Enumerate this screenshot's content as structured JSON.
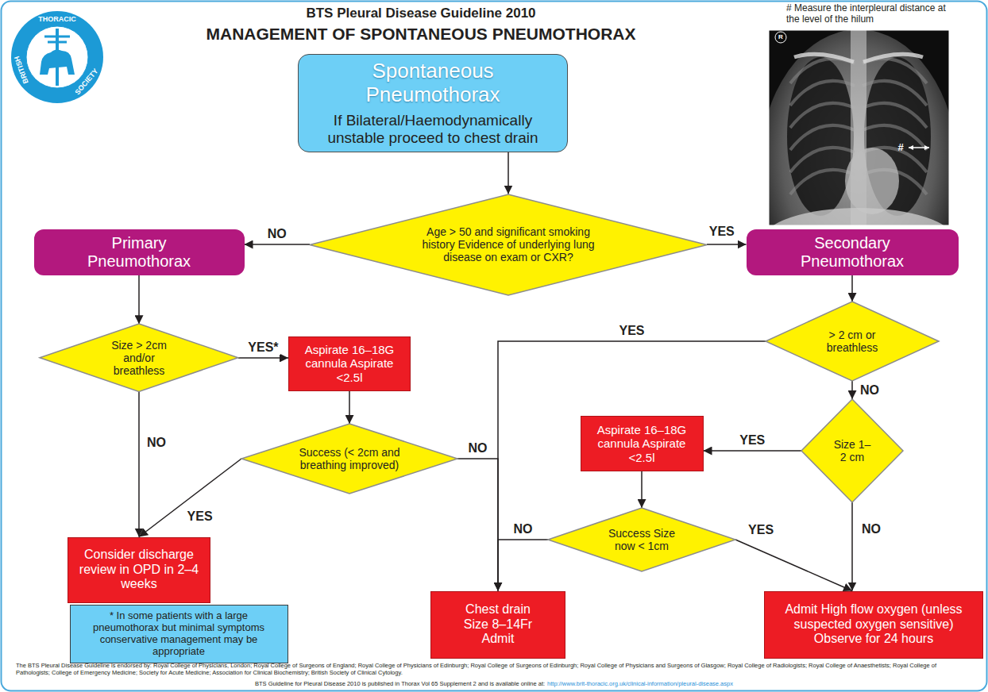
{
  "diagram": {
    "title": "MANAGEMENT OF SPONTANEOUS PNEUMOTHORAX",
    "nodes": [
      {
        "text": [
          "Spontaneous Pneumothorax",
          "If Bilateral/Haemodynamically unstable proceed to chest drain"
        ]
      },
      {
        "text": [
          "Age > 50 and significant smoking history Evidence of underlying lung disease on exam or CXR?"
        ]
      },
      {
        "text": [
          "Primary Pneumothorax"
        ]
      },
      {
        "text": [
          "Secondary Pneumothorax"
        ]
      },
      {
        "text": [
          "Size > 2cm and/or breathless"
        ]
      },
      {
        "text": [
          "Aspirate 16–18G cannula Aspirate <2.5l"
        ]
      },
      {
        "text": [
          "> 2 cm or breathless"
        ]
      },
      {
        "text": [
          "Success (< 2cm and breathing improved)"
        ]
      },
      {
        "text": [
          "Size 1–2 cm"
        ]
      },
      {
        "text": [
          "Aspirate 16–18G cannula Aspirate <2.5l"
        ]
      },
      {
        "text": [
          "Success Size now < 1cm"
        ]
      },
      {
        "text": [
          "Consider discharge review in OPD in 2–4 weeks"
        ]
      },
      {
        "text": [
          "Chest drain Size 8–14Fr Admit"
        ]
      },
      {
        "text": [
          "Admit High flow oxygen (unless suspected oxygen sensitive) Observe for 24 hours"
        ]
      },
      {
        "text": [
          "* In some patients with a large pneumothorax but minimal symptoms conservative management may be appropriate"
        ]
      }
    ],
    "edges": [
      {
        "from": 0,
        "to": 1,
        "arrow": "to"
      },
      {
        "from": 1,
        "to": 2,
        "label": "NO",
        "arrow": "to"
      },
      {
        "from": 1,
        "to": 3,
        "label": "YES",
        "arrow": "to"
      },
      {
        "from": 2,
        "to": 4,
        "arrow": "to"
      },
      {
        "from": 4,
        "to": 5,
        "label": "YES*",
        "arrow": "to"
      },
      {
        "from": 4,
        "to": 11,
        "label": "NO",
        "arrow": "to"
      },
      {
        "from": 5,
        "to": 7,
        "arrow": "to"
      },
      {
        "from": 7,
        "to": 11,
        "label": "YES",
        "arrow": "to"
      },
      {
        "from": 7,
        "to": 12,
        "label": "NO",
        "arrow": "to"
      },
      {
        "from": 3,
        "to": 6,
        "arrow": "to"
      },
      {
        "from": 6,
        "to": 12,
        "label": "YES",
        "arrow": "to"
      },
      {
        "from": 6,
        "to": 8,
        "label": "NO",
        "arrow": "to"
      },
      {
        "from": 8,
        "to": 9,
        "label": "YES",
        "arrow": "to"
      },
      {
        "from": 8,
        "to": 13,
        "label": "NO",
        "arrow": "to"
      },
      {
        "from": 9,
        "to": 10,
        "arrow": "to"
      },
      {
        "from": 10,
        "to": 12,
        "label": "NO",
        "arrow": "to"
      },
      {
        "from": 10,
        "to": 13,
        "label": "YES",
        "arrow": "to"
      }
    ],
    "labels": [
      "BTS Pleural Disease Guideline 2010",
      "# Measure the interpleural distance at the level of the hilum",
      "R",
      "#",
      "BRITISH",
      "THORACIC",
      "SOCIETY",
      "The BTS Pleural Disease Guideline is endorsed by: Royal College of Physicians, London; Royal College of Surgeons of England; Royal College of Physicians of Edinburgh; Royal College of Surgeons of Edinburgh; Royal College of Physicians and Surgeons of Glasgow; Royal College of Radiologists; Royal College of Anaesthetists; Royal College of Pathologists; College of Emergency Medicine; Society for Acute Medicine; Association for Clinical Biochemistry; British Society of Clinical Cytology.",
      "BTS Guideline for Pleural Disease 2010 is published in Thorax Vol 65 Supplement 2 and is available online at:",
      "http://www.brit-thoracic.org.uk/clinical-information/pleural-disease.aspx"
    ]
  }
}
